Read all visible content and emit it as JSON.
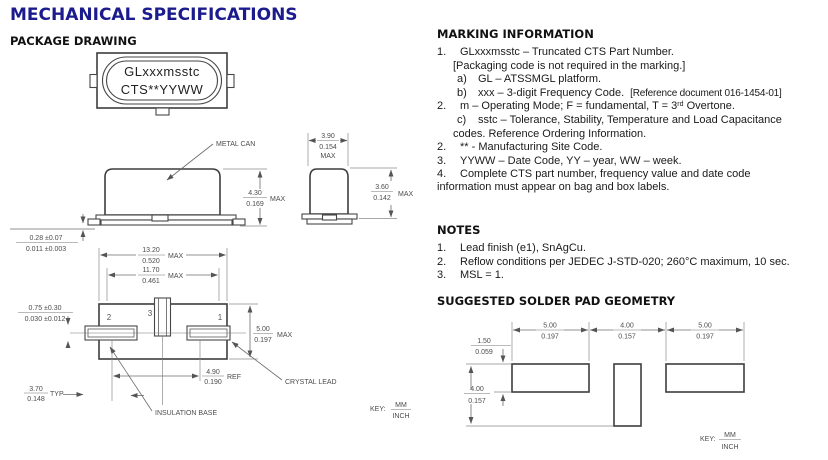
{
  "title": "MECHANICAL SPECIFICATIONS",
  "pkg": {
    "heading": "PACKAGE DRAWING",
    "marking_line1": "GLxxxmsstc",
    "marking_line2": "CTS**YYWW",
    "labels": {
      "metal_can": "METAL CAN",
      "crystal_lead": "CRYSTAL LEAD",
      "insulation_base": "INSULATION BASE",
      "key": "KEY:",
      "key_mm": "MM",
      "key_inch": "INCH"
    },
    "pins": {
      "p1": "1",
      "p2": "2",
      "p3": "3"
    },
    "dims": {
      "can_height_mm": "4.30",
      "can_height_in": "0.169",
      "can_height_q": "MAX",
      "end_width_mm": "3.90",
      "end_width_in": "0.154",
      "end_width_q": "MAX",
      "end_height_mm": "3.60",
      "end_height_in": "0.142",
      "end_height_q": "MAX",
      "standoff_mm": "0.28 ±0.07",
      "standoff_in": "0.011 ±0.003",
      "len_mm": "13.20",
      "len_in": "0.520",
      "len_q": "MAX",
      "len2_mm": "11.70",
      "len2_in": "0.461",
      "len2_q": "MAX",
      "lead_th_mm": "0.75 ±0.30",
      "lead_th_in": "0.030 ±0.012",
      "width_mm": "5.00",
      "width_in": "0.197",
      "width_q": "MAX",
      "lead_sp_mm": "4.90",
      "lead_sp_in": "0.190",
      "lead_sp_q": "REF",
      "base_w_mm": "3.70",
      "base_w_in": "0.148",
      "base_w_q": "TYP"
    }
  },
  "marking": {
    "heading": "MARKING INFORMATION",
    "rows": [
      {
        "num": "1.",
        "text": "GLxxxmsstc – Truncated CTS Part Number."
      },
      {
        "num": "",
        "text": "[Packaging code is not required in the marking.]"
      },
      {
        "num": "a)",
        "text": "GL – ATSSMGL platform."
      },
      {
        "num": "b)",
        "text": "xxx – 3-digit Frequency Code.",
        "ref": "[Reference document 016-1454-01]"
      },
      {
        "num": "2.",
        "pre": "m – Operating Mode; F = fundamental, T = 3",
        "sup": "rd",
        "post": " Overtone."
      },
      {
        "num": "c)",
        "text": "sstc – Tolerance, Stability, Temperature and Load Capacitance"
      },
      {
        "num": "",
        "text": "codes.  Reference Ordering Information."
      },
      {
        "num": "2.",
        "text": "** - Manufacturing Site Code."
      },
      {
        "num": "3.",
        "text": "YYWW – Date Code, YY – year, WW – week."
      },
      {
        "num": "4.",
        "text": "Complete CTS part number, frequency value and date code"
      },
      {
        "num": "",
        "text": "information must appear on bag and box labels."
      }
    ]
  },
  "notes": {
    "heading": "NOTES",
    "rows": [
      {
        "num": "1.",
        "text": "Lead finish (e1), SnAgCu."
      },
      {
        "num": "2.",
        "text": "Reflow conditions per JEDEC J-STD-020; 260°C maximum, 10 sec."
      },
      {
        "num": "3.",
        "text": "MSL = 1."
      }
    ]
  },
  "pads": {
    "heading": "SUGGESTED SOLDER PAD GEOMETRY",
    "dims": {
      "p1_mm": "5.00",
      "p1_in": "0.197",
      "gap_mm": "4.00",
      "gap_in": "0.157",
      "p2_mm": "5.00",
      "p2_in": "0.197",
      "h1_mm": "1.50",
      "h1_in": "0.059",
      "h2_mm": "4.00",
      "h2_in": "0.157"
    },
    "key": "KEY:",
    "key_mm": "MM",
    "key_inch": "INCH"
  }
}
